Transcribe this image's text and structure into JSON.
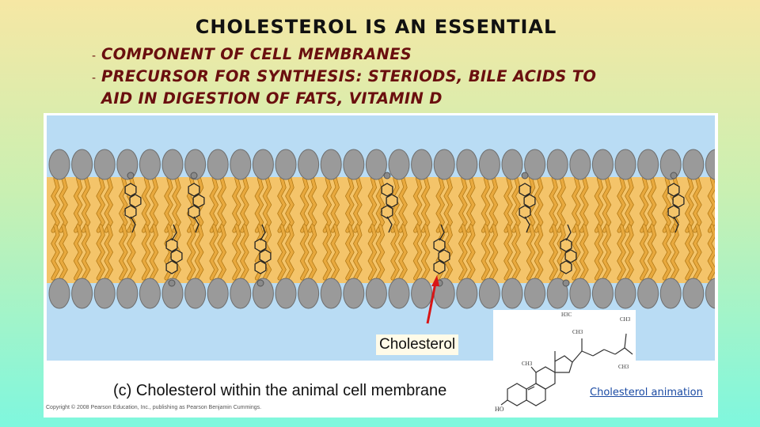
{
  "slide": {
    "title": "CHOLESTEROL IS AN ESSENTIAL",
    "bullets": [
      {
        "dash": "-",
        "text": "COMPONENT OF CELL MEMBRANES"
      },
      {
        "dash": "-",
        "text": "PRECURSOR FOR SYNTHESIS: STERIODS, BILE ACIDS TO AID IN DIGESTION OF FATS, VITAMIN D"
      }
    ],
    "link_text": "Cholesterol animation"
  },
  "figure": {
    "label": "Cholesterol",
    "caption": "(c) Cholesterol within the animal cell membrane",
    "copyright": "Copyright © 2008 Pearson Education, Inc., publishing as Pearson Benjamin Cummings.",
    "structure_labels": {
      "ho": "HO",
      "ch3_top_left": "H3C",
      "ch3_a": "CH3",
      "ch3_b": "CH3",
      "ch3_c": "CH3",
      "ch3_d": "CH3"
    }
  },
  "colors": {
    "head": "#9a9a9a",
    "tail": "#e8a93e",
    "tail_dark": "#b07714",
    "water": "#b9dcf4",
    "bullet_text": "#6a0f0f",
    "arrow": "#d81616"
  }
}
